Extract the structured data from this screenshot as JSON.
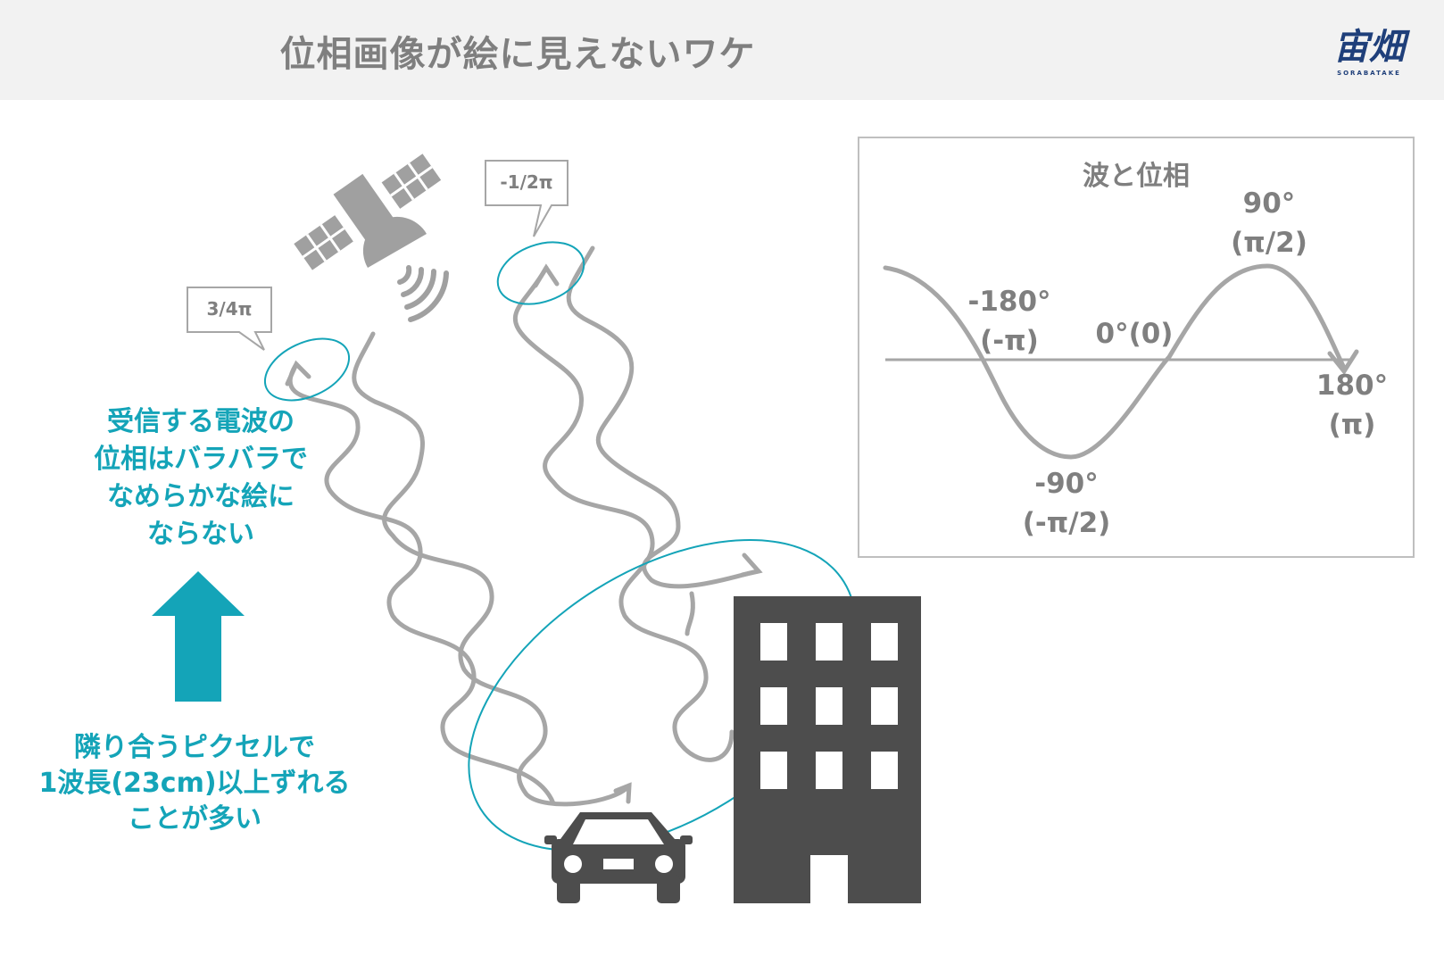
{
  "header": {
    "title": "位相画像が絵に見えないワケ",
    "logo_text": "宙畑",
    "logo_sub": "SORABATAKE"
  },
  "bubbles": {
    "left": "3/4π",
    "right": "-1/2π"
  },
  "notes": {
    "top": [
      "受信する電波の",
      "位相はバラバラで",
      "なめらかな絵に",
      "ならない"
    ],
    "bottom": [
      "隣り合うピクセルで",
      "1波長(23cm)以上ずれる",
      "ことが多い"
    ]
  },
  "inset": {
    "title": "波と位相",
    "labels": {
      "p90": [
        "90°",
        "(π/2)"
      ],
      "m180": [
        "-180°",
        "(-π)"
      ],
      "zero": [
        "0°(0)"
      ],
      "p180": [
        "180°",
        "(π)"
      ],
      "m90": [
        "-90°",
        "(-π/2)"
      ]
    }
  },
  "colors": {
    "accent": "#14a4b8",
    "gray_wave": "#a6a6a6",
    "building": "#4d4d4d",
    "header_bg": "#f2f2f2"
  },
  "icons": [
    "satellite-icon",
    "car-icon",
    "building-icon",
    "up-arrow-icon"
  ]
}
